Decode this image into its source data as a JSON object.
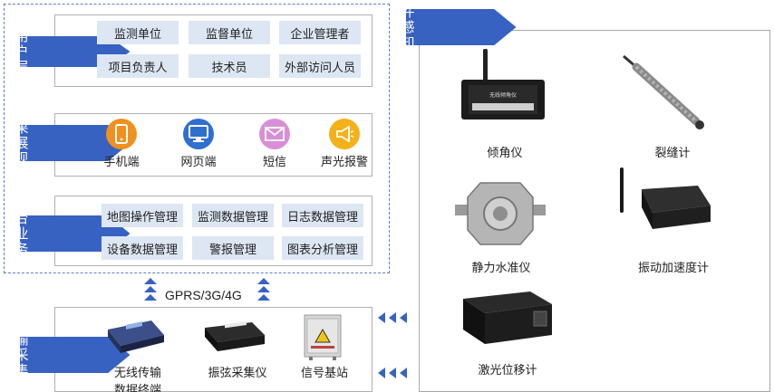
{
  "user_layer": {
    "tag": "用户层",
    "cells": [
      "监测单位",
      "监督单位",
      "企业管理者",
      "项目负责人",
      "技术员",
      "外部访问人员"
    ]
  },
  "result_layer": {
    "tag_line1": "结果",
    "tag_line2": "展现层",
    "items": [
      {
        "label": "手机端",
        "icon": "mobile-phone-icon",
        "color": "#f0901e"
      },
      {
        "label": "网页端",
        "icon": "monitor-icon",
        "color": "#2f6fcf"
      },
      {
        "label": "短信",
        "icon": "envelope-icon",
        "color": "#d98fd6"
      },
      {
        "label": "声光报警",
        "icon": "megaphone-icon",
        "color": "#f3b21a"
      }
    ]
  },
  "business_layer": {
    "tag_line1": "平台",
    "tag_line2": "业务层",
    "cells": [
      "地图操作管理",
      "监测数据管理",
      "日志数据管理",
      "设备数据管理",
      "警报管理",
      "图表分析管理"
    ]
  },
  "network": {
    "label": "GPRS/3G/4G"
  },
  "transport_layer": {
    "tag_line1": "传输",
    "tag_line2": "采集层",
    "devices": [
      {
        "line1": "无线传输",
        "line2": "数据终端"
      },
      {
        "line1": "振弦采集仪",
        "line2": ""
      },
      {
        "line1": "信号基站",
        "line2": ""
      }
    ]
  },
  "hardware_layer": {
    "tag_line1": "硬件",
    "tag_line2": "感知层",
    "sensors": [
      {
        "label": "倾角仪",
        "device_text": "无线倾角仪"
      },
      {
        "label": "裂缝计"
      },
      {
        "label": "静力水准仪"
      },
      {
        "label": "振动加速度计"
      },
      {
        "label": "激光位移计"
      }
    ]
  },
  "colors": {
    "accent": "#3762c2",
    "cell_bg": "#dde6f3"
  }
}
